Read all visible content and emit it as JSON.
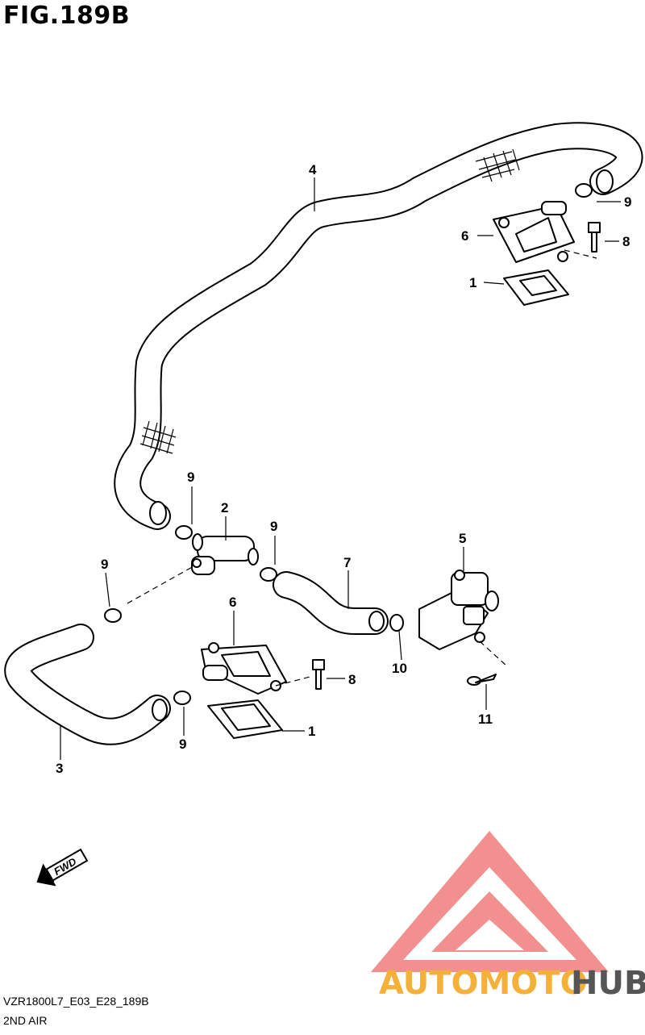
{
  "figure": {
    "title": "FIG.189B",
    "code": "VZR1800L7_E03_E28_189B",
    "name": "2ND AIR"
  },
  "callouts": [
    {
      "id": "c4",
      "label": "4"
    },
    {
      "id": "c9-tr",
      "label": "9"
    },
    {
      "id": "c6-tr",
      "label": "6"
    },
    {
      "id": "c8-tr",
      "label": "8"
    },
    {
      "id": "c1-tr",
      "label": "1"
    },
    {
      "id": "c9-ml",
      "label": "9"
    },
    {
      "id": "c2",
      "label": "2"
    },
    {
      "id": "c9-mc",
      "label": "9"
    },
    {
      "id": "c5",
      "label": "5"
    },
    {
      "id": "c9-l",
      "label": "9"
    },
    {
      "id": "c7",
      "label": "7"
    },
    {
      "id": "c6-b",
      "label": "6"
    },
    {
      "id": "c8-b",
      "label": "8"
    },
    {
      "id": "c10",
      "label": "10"
    },
    {
      "id": "c1-b",
      "label": "1"
    },
    {
      "id": "c11",
      "label": "11"
    },
    {
      "id": "c9-b",
      "label": "9"
    },
    {
      "id": "c3",
      "label": "3"
    }
  ],
  "fwd_label": "FWD",
  "watermark": {
    "part1": "AUTOMOTO",
    "part2": "HUB",
    "color1": "#f5b03a",
    "color2": "#555555",
    "logo_color": "#ee6b6b"
  }
}
